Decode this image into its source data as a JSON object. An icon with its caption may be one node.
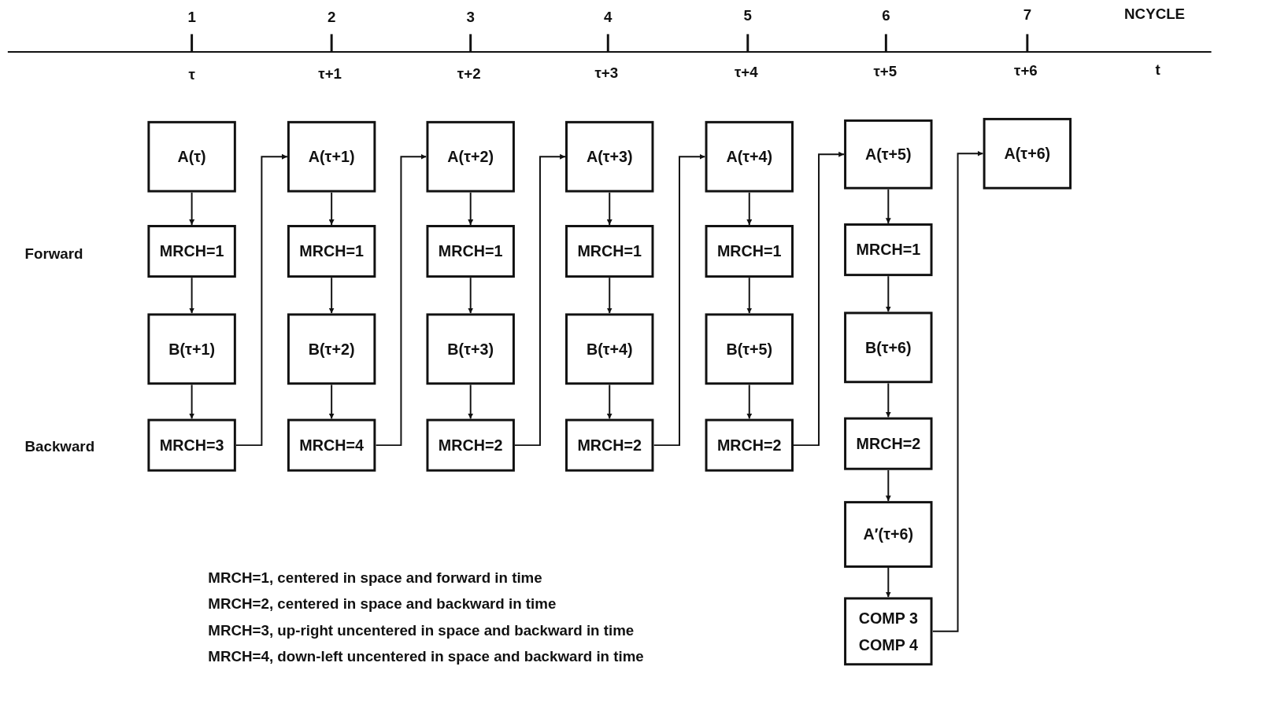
{
  "diagram": {
    "nodes": [
      {
        "text": [
          "A(τ)"
        ]
      },
      {
        "text": [
          "MRCH=1"
        ]
      },
      {
        "text": [
          "B(τ+1)"
        ]
      },
      {
        "text": [
          "MRCH=3"
        ]
      },
      {
        "text": [
          "A(τ+1)"
        ]
      },
      {
        "text": [
          "MRCH=1"
        ]
      },
      {
        "text": [
          "B(τ+2)"
        ]
      },
      {
        "text": [
          "MRCH=4"
        ]
      },
      {
        "text": [
          "A(τ+2)"
        ]
      },
      {
        "text": [
          "MRCH=1"
        ]
      },
      {
        "text": [
          "B(τ+3)"
        ]
      },
      {
        "text": [
          "MRCH=2"
        ]
      },
      {
        "text": [
          "A(τ+3)"
        ]
      },
      {
        "text": [
          "MRCH=1"
        ]
      },
      {
        "text": [
          "B(τ+4)"
        ]
      },
      {
        "text": [
          "MRCH=2"
        ]
      },
      {
        "text": [
          "A(τ+4)"
        ]
      },
      {
        "text": [
          "MRCH=1"
        ]
      },
      {
        "text": [
          "B(τ+5)"
        ]
      },
      {
        "text": [
          "MRCH=2"
        ]
      },
      {
        "text": [
          "A(τ+5)"
        ]
      },
      {
        "text": [
          "MRCH=1"
        ]
      },
      {
        "text": [
          "B(τ+6)"
        ]
      },
      {
        "text": [
          "MRCH=2"
        ]
      },
      {
        "text": [
          "A′(τ+6)"
        ]
      },
      {
        "text": [
          "COMP 3",
          "COMP 4"
        ]
      },
      {
        "text": [
          "A(τ+6)"
        ]
      }
    ],
    "edges": [
      {
        "from": 0,
        "to": 1,
        "arrow": "to"
      },
      {
        "from": 1,
        "to": 2,
        "arrow": "to"
      },
      {
        "from": 2,
        "to": 3,
        "arrow": "to"
      },
      {
        "from": 3,
        "to": 4,
        "arrow": "to"
      },
      {
        "from": 4,
        "to": 5,
        "arrow": "to"
      },
      {
        "from": 5,
        "to": 6,
        "arrow": "to"
      },
      {
        "from": 6,
        "to": 7,
        "arrow": "to"
      },
      {
        "from": 7,
        "to": 8,
        "arrow": "to"
      },
      {
        "from": 8,
        "to": 9,
        "arrow": "to"
      },
      {
        "from": 9,
        "to": 10,
        "arrow": "to"
      },
      {
        "from": 10,
        "to": 11,
        "arrow": "to"
      },
      {
        "from": 11,
        "to": 12,
        "arrow": "to"
      },
      {
        "from": 12,
        "to": 13,
        "arrow": "to"
      },
      {
        "from": 13,
        "to": 14,
        "arrow": "to"
      },
      {
        "from": 14,
        "to": 15,
        "arrow": "to"
      },
      {
        "from": 15,
        "to": 16,
        "arrow": "to"
      },
      {
        "from": 16,
        "to": 17,
        "arrow": "to"
      },
      {
        "from": 17,
        "to": 18,
        "arrow": "to"
      },
      {
        "from": 18,
        "to": 19,
        "arrow": "to"
      },
      {
        "from": 19,
        "to": 20,
        "arrow": "to"
      },
      {
        "from": 20,
        "to": 21,
        "arrow": "to"
      },
      {
        "from": 21,
        "to": 22,
        "arrow": "to"
      },
      {
        "from": 22,
        "to": 23,
        "arrow": "to"
      },
      {
        "from": 23,
        "to": 24,
        "arrow": "to"
      },
      {
        "from": 24,
        "to": 25,
        "arrow": "to"
      },
      {
        "from": 25,
        "to": 26,
        "arrow": "to"
      }
    ],
    "labels": [
      "1",
      "2",
      "3",
      "4",
      "5",
      "6",
      "7",
      "NCYCLE",
      "τ",
      "τ+1",
      "τ+2",
      "τ+3",
      "τ+4",
      "τ+5",
      "τ+6",
      "t",
      "Forward",
      "Backward",
      "MRCH=1, centered in space and forward in time",
      "MRCH=2, centered in space and backward in time",
      "MRCH=3, up-right uncentered in space and backward in time",
      "MRCH=4, down-left uncentered in space and backward in time"
    ]
  }
}
